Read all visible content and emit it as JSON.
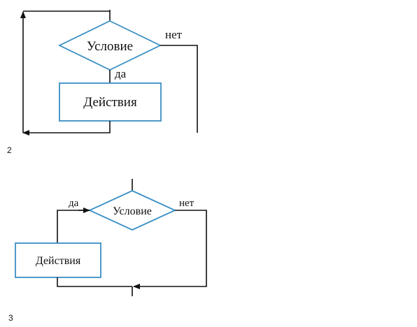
{
  "colors": {
    "shape_stroke": "#3a8fc4",
    "line": "#111111",
    "background": "#ffffff"
  },
  "figure_2": {
    "condition_label": "Условие",
    "action_label": "Действия",
    "yes_label": "да",
    "no_label": "нет",
    "caption_number": "2"
  },
  "figure_3": {
    "condition_label": "Условие",
    "action_label": "Действия",
    "yes_label": "да",
    "no_label": "нет",
    "caption_number": "3"
  }
}
